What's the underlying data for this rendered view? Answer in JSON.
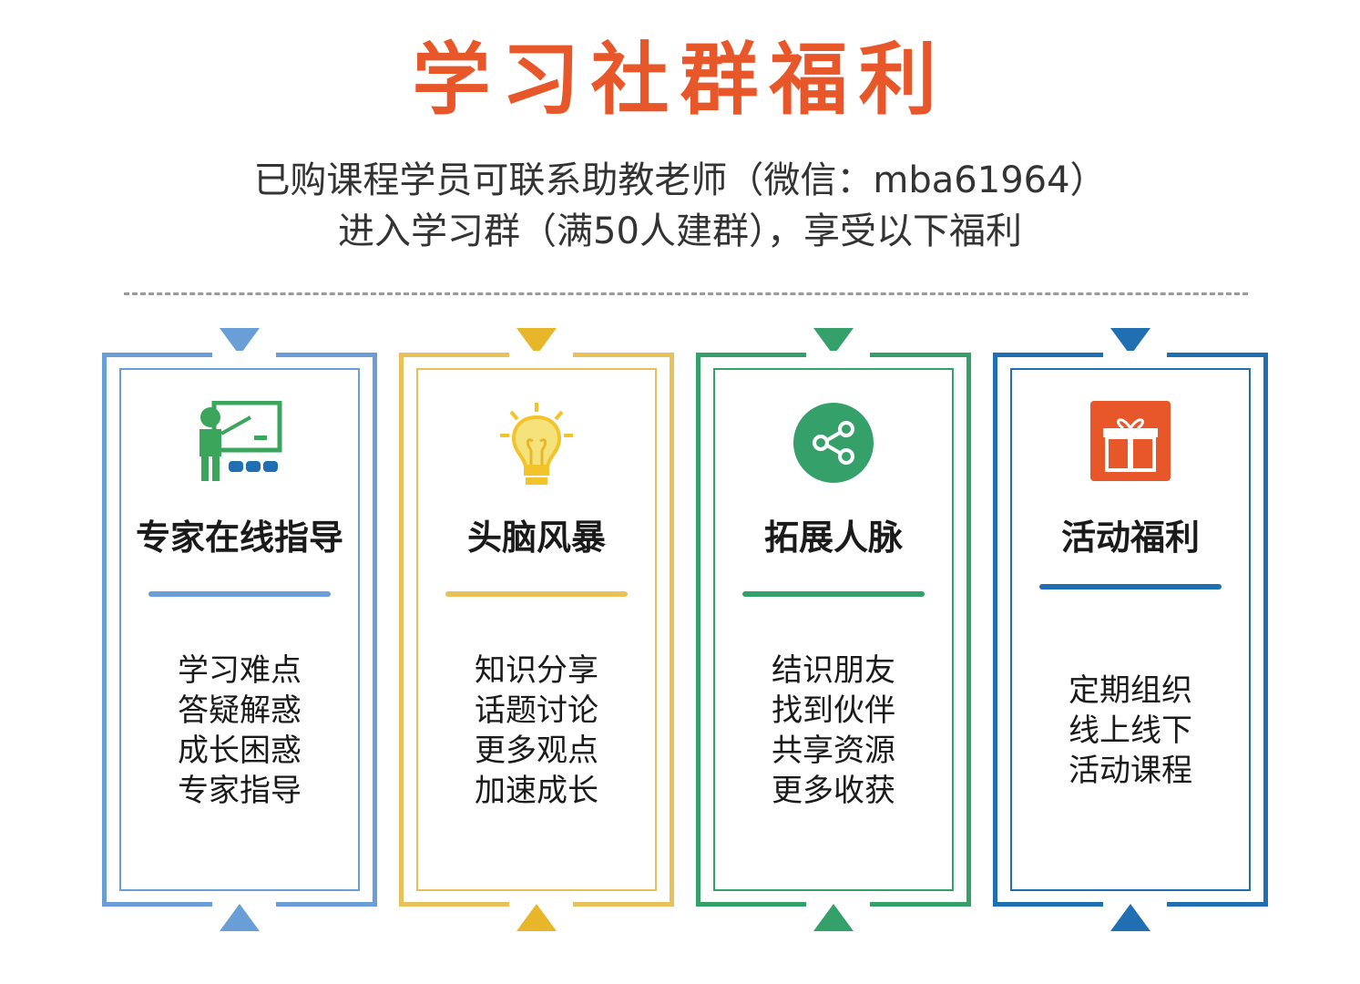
{
  "header": {
    "title": "学习社群福利",
    "subtitle_line1": "已购课程学员可联系助教老师（微信：mba61964）",
    "subtitle_line2": "进入学习群（满50人建群），享受以下福利"
  },
  "cards": [
    {
      "title": "专家在线指导",
      "color": "#6a9ed6",
      "icon": "teacher-presentation-icon",
      "lines": [
        "学习难点",
        "答疑解惑",
        "成长困惑",
        "专家指导"
      ]
    },
    {
      "title": "头脑风暴",
      "color": "#e8c15a",
      "icon": "lightbulb-icon",
      "lines": [
        "知识分享",
        "话题讨论",
        "更多观点",
        "加速成长"
      ]
    },
    {
      "title": "拓展人脉",
      "color": "#35a06a",
      "icon": "share-network-icon",
      "lines": [
        "结识朋友",
        "找到伙伴",
        "共享资源",
        "更多收获"
      ]
    },
    {
      "title": "活动福利",
      "color": "#1f6fb2",
      "icon": "gift-icon",
      "lines": [
        "定期组织",
        "线上线下",
        "活动课程"
      ]
    }
  ],
  "colors": {
    "title": "#e8572a",
    "teacher_green": "#3aa55b",
    "bulb_yellow": "#f3c32a",
    "gift_orange": "#e8572a"
  }
}
